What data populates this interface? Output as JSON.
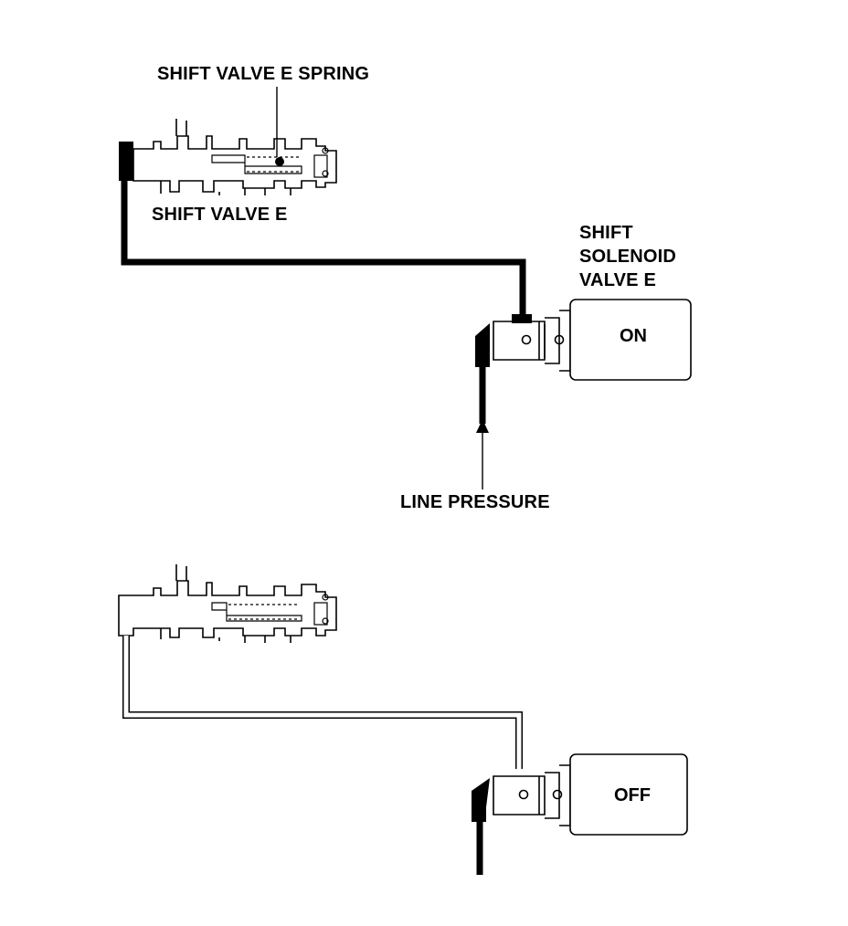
{
  "labels": {
    "spring": "SHIFT VALVE E SPRING",
    "valve": "SHIFT VALVE E",
    "solenoid_line1": "SHIFT",
    "solenoid_line2": "SOLENOID",
    "solenoid_line3": "VALVE E",
    "line_pressure": "LINE PRESSURE"
  },
  "states": {
    "top": "ON",
    "bottom": "OFF"
  }
}
